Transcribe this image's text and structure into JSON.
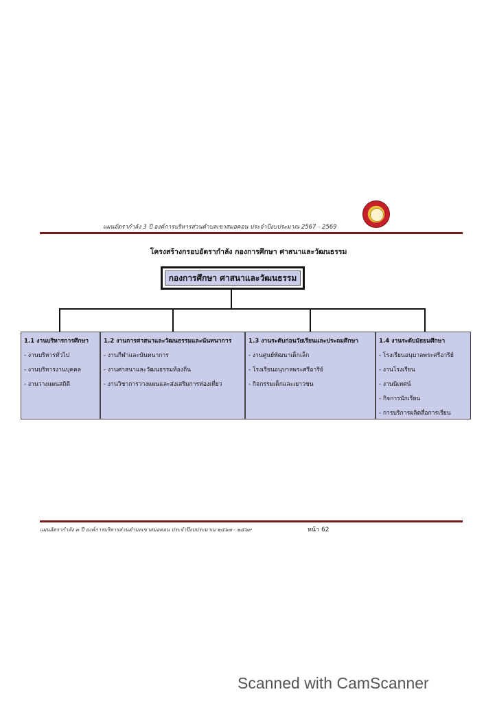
{
  "header": {
    "text": "แผนอัตรากำลัง 3 ปี องค์การบริหารส่วนตำบลเขาสมอคอน ประจำปีงบประมาณ 2567 - 2569"
  },
  "chart": {
    "title": "โครงสร้างกรอบอัตรากำลัง กองการศึกษา ศาสนาและวัฒนธรรม",
    "root": "กองการศึกษา ศาสนาและวัฒนธรรม",
    "units": [
      {
        "title": "1.1 งานบริหารการศึกษา",
        "items": [
          "- งานบริหารทั่วไป",
          "- งานบริหารงานบุคคล",
          "- งานวางแผนสถิติ"
        ]
      },
      {
        "title": "1.2 งานการศาสนาและวัฒนธรรมและนันทนาการ",
        "items": [
          "- งานกีฬาและนันทนาการ",
          "- งานศาสนาและวัฒนธรรมท้องถิ่น",
          "- งานวิชาการวางแผนและส่งเสริมการท่องเที่ยว"
        ]
      },
      {
        "title": "1.3 งานระดับก่อนวัยเรียนและประถมศึกษา",
        "items": [
          "- งานศูนย์พัฒนาเด็กเล็ก",
          "- โรงเรียนอนุบาลพระศรีอาริย์",
          "- กิจกรรมเด็กและเยาวชน"
        ]
      },
      {
        "title": "1.4 งานระดับมัธยมศึกษา",
        "items": [
          "- โรงเรียนอนุบาลพระศรีอาริย์",
          "- งานโรงเรียน",
          "- งานนิเทศน์",
          "- กิจการนักเรียน",
          "- การบริการผลิตสื่อการเรียน"
        ]
      }
    ]
  },
  "footer": {
    "text": "แผนอัตรากำลัง ๓ ปี องค์การบริหารส่วนตำบลเขาสมอคอน ประจำปีงบประมาณ ๒๕๖๗ - ๒๕๖๙",
    "page": "หน้า 62"
  },
  "watermark": "Scanned with CamScanner"
}
